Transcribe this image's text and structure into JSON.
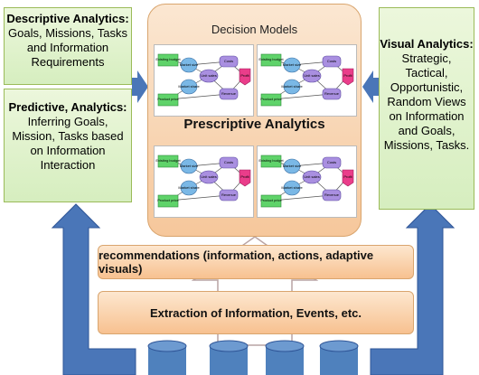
{
  "descriptive": {
    "bold": "Descriptive Analytics:",
    "rest": " Goals, Missions, Tasks and Information Requirements"
  },
  "predictive": {
    "bold": "Predictive, Analytics:",
    "rest": " Inferring Goals, Mission, Tasks based on Information Interaction"
  },
  "visual": {
    "bold": "Visual Analytics:",
    "rest": " Strategic, Tactical, Opportunistic, Random Views on Information and Goals, Missions, Tasks."
  },
  "center": {
    "title": "Decision Models",
    "subtitle": "Prescriptive Analytics"
  },
  "thumbnail": {
    "left_nodes": [
      "Existing budget",
      "Product price"
    ],
    "mid_nodes": [
      "Market size",
      "Market share"
    ],
    "right_nodes": [
      "Unit sales",
      "Costs",
      "Revenue"
    ],
    "output": "Profit"
  },
  "bars": {
    "recommendations": "recommendations (information, actions, adaptive visuals)",
    "extraction": "Extraction of Information, Events, etc."
  },
  "colors": {
    "green_fill": "#d6eebf",
    "orange_fill": "#f7c190",
    "arrow_blue": "#4a76b8",
    "db_blue": "#4f81bd"
  }
}
